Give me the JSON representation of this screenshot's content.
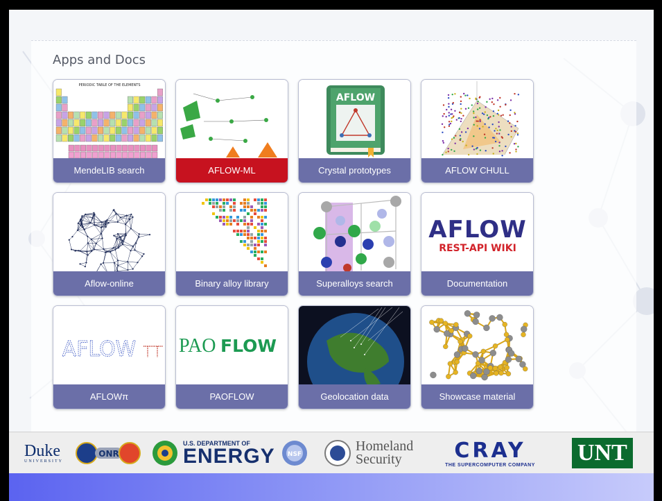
{
  "section": {
    "title": "Apps and Docs"
  },
  "apps": [
    {
      "label": "MendeLIB search",
      "thumb": "periodic-table",
      "accent": "#6b6fa8",
      "thumb_title": "PERIODIC TABLE OF THE ELEMENTS"
    },
    {
      "label": "AFLOW-ML",
      "thumb": "ml-diagram",
      "accent": "#c7121f"
    },
    {
      "label": "Crystal prototypes",
      "thumb": "aflow-book",
      "accent": "#6b6fa8",
      "thumb_title": "AFLOW"
    },
    {
      "label": "AFLOW CHULL",
      "thumb": "convex-hull",
      "accent": "#6b6fa8"
    },
    {
      "label": "Aflow-online",
      "thumb": "network-sphere",
      "accent": "#6b6fa8"
    },
    {
      "label": "Binary alloy library",
      "thumb": "alloy-matrix",
      "accent": "#6b6fa8"
    },
    {
      "label": "Superalloys search",
      "thumb": "crystal-structure",
      "accent": "#6b6fa8"
    },
    {
      "label": "Documentation",
      "thumb": "rest-api-wiki",
      "accent": "#6b6fa8",
      "thumb_title": "AFLOW",
      "thumb_subtitle": "REST-API WIKI"
    },
    {
      "label": "AFLOWπ",
      "thumb": "aflow-pi-logo",
      "accent": "#6b6fa8",
      "thumb_title": "AFLOW"
    },
    {
      "label": "PAOFLOW",
      "thumb": "paoflow-logo",
      "accent": "#6b6fa8",
      "thumb_title_a": "PAO",
      "thumb_title_b": "FLOW"
    },
    {
      "label": "Geolocation data",
      "thumb": "globe",
      "accent": "#6b6fa8"
    },
    {
      "label": "Showcase material",
      "thumb": "molecule-cluster",
      "accent": "#6b6fa8"
    }
  ],
  "sponsors": {
    "duke": {
      "name": "Duke",
      "sub": "UNIVERSITY"
    },
    "onr": {
      "name": "ONR"
    },
    "energy": {
      "top": "U.S. DEPARTMENT OF",
      "name": "ENERGY"
    },
    "nsf": {
      "name": "NSF"
    },
    "homeland": {
      "line1": "Homeland",
      "line2": "Security"
    },
    "cray": {
      "name": "CRAY",
      "tagline": "THE SUPERCOMPUTER COMPANY"
    },
    "unt": {
      "name": "UNT"
    }
  },
  "colors": {
    "tile_label": "#6b6fa8",
    "tile_label_active": "#c7121f",
    "bottom_band": "#6a72f2"
  }
}
